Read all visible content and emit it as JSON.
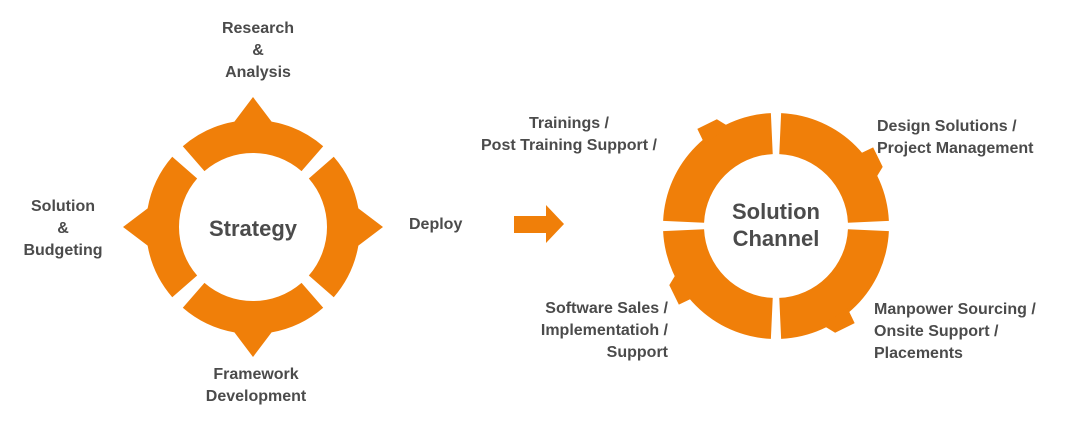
{
  "colors": {
    "accent": "#f07f09",
    "text": "#4b4b4b"
  },
  "strategy": {
    "center_label": "Strategy",
    "stages": {
      "top": [
        "Research",
        "&",
        "Analysis"
      ],
      "left": [
        "Solution",
        "&",
        "Budgeting"
      ],
      "bottom": [
        "Framework",
        "Development"
      ],
      "right": [
        "Deploy"
      ]
    }
  },
  "transition": {
    "icon": "arrow-right-icon"
  },
  "solution_channel": {
    "center_label": [
      "Solution",
      "Channel"
    ],
    "segments": {
      "top_left": [
        "Trainings /",
        "Post Training Support /"
      ],
      "top_right": [
        "Design Solutions /",
        "Project Management"
      ],
      "bottom_left": [
        "Software Sales /",
        "Implementatioh /",
        "Support"
      ],
      "bottom_right": [
        "Manpower Sourcing /",
        "Onsite Support /",
        "Placements"
      ]
    }
  }
}
